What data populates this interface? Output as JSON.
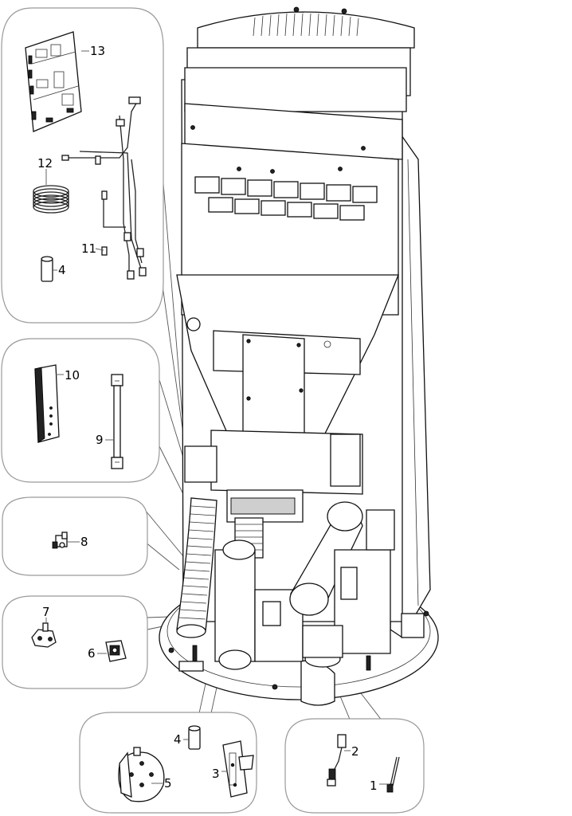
{
  "labels": {
    "p13": "13",
    "p12": "12",
    "p11": "11",
    "p4a": "4",
    "p10": "10",
    "p9": "9",
    "p8": "8",
    "p7": "7",
    "p6": "6",
    "p4b": "4",
    "p5": "5",
    "p3": "3",
    "p2": "2",
    "p1": "1"
  },
  "colors": {
    "panel_border": "#9a9a9a",
    "line": "#222222",
    "background": "#ffffff"
  }
}
